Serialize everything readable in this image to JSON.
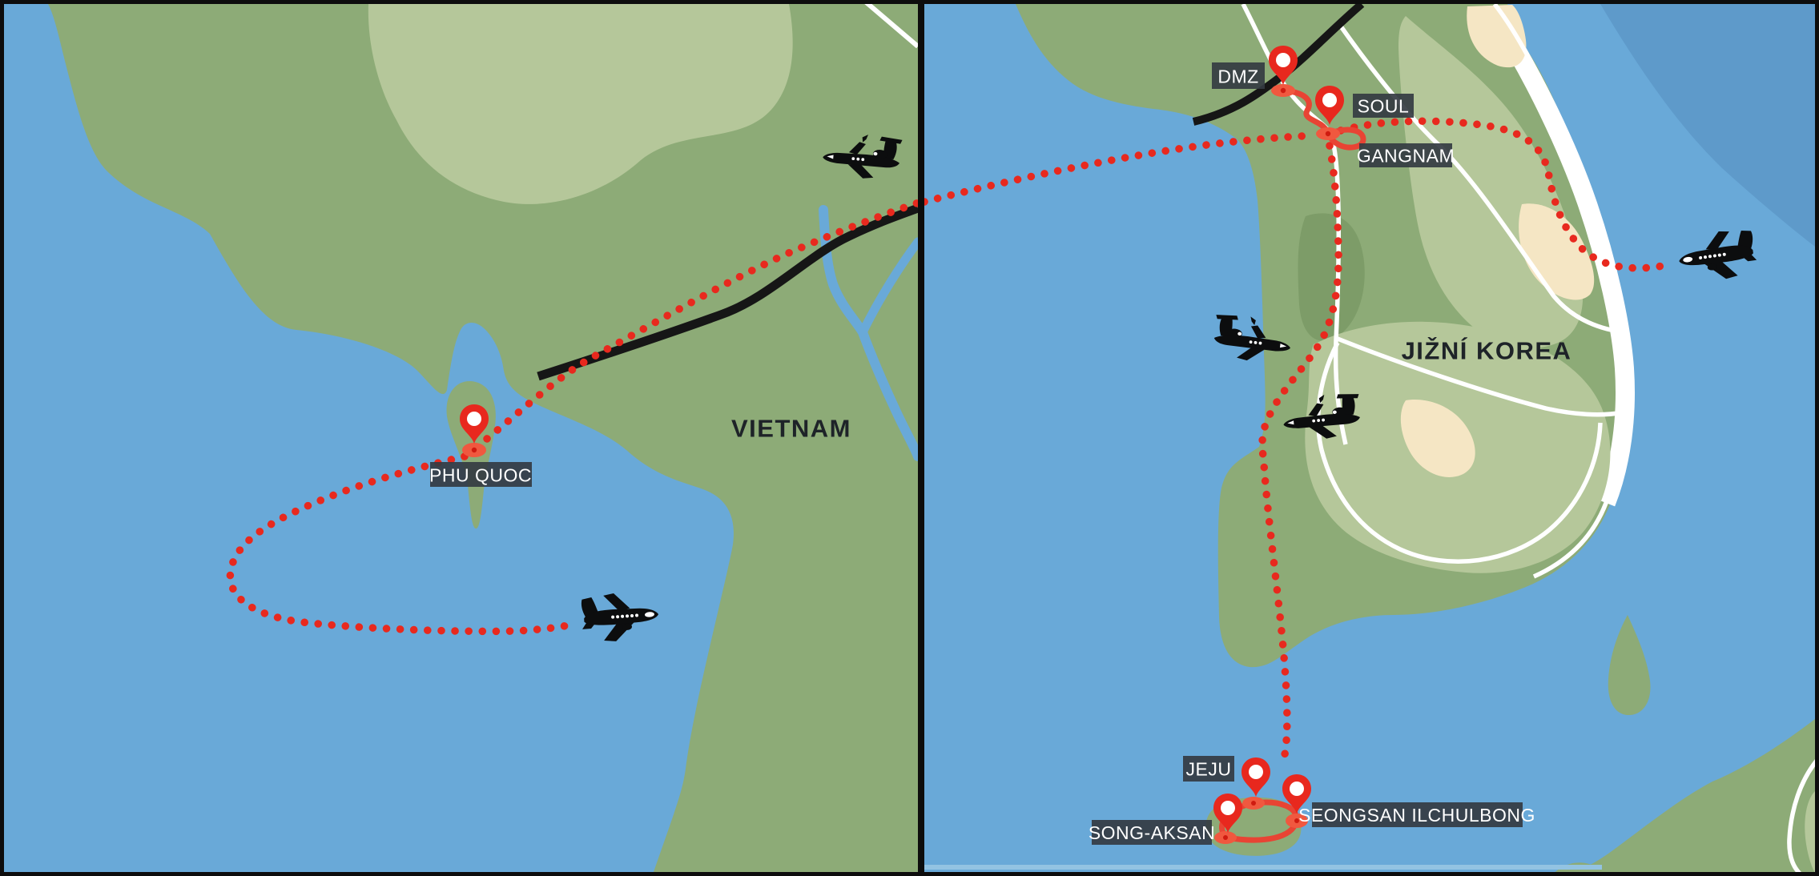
{
  "title": "Illustrated flight route map: Phu Quoc (Vietnam) to South Korea and Jeju",
  "labels": {
    "vietnam": "VIETNAM",
    "jizni_korea": "JIŽNÍ KOREA",
    "phu_quoc": "PHU QUOC",
    "dmz": "DMZ",
    "soul": "SOUL",
    "gangnam": "GANGNAM",
    "jeju": "JEJU",
    "seongsan": "SEONGSAN ILCHULBONG",
    "song_aksan": "SONG-AKSAN"
  },
  "markers": [
    {
      "label": "PHU QUOC",
      "panel": "left"
    },
    {
      "label": "DMZ",
      "panel": "right"
    },
    {
      "label": "SOUL",
      "panel": "right"
    },
    {
      "label": "GANGNAM",
      "panel": "right"
    },
    {
      "label": "JEJU",
      "panel": "right"
    },
    {
      "label": "SEONGSAN ILCHULBONG",
      "panel": "right"
    },
    {
      "label": "SONG-AKSAN",
      "panel": "right"
    }
  ],
  "routes": [
    {
      "name": "Phu Quoc – Soul/Gangnam",
      "style": "dotted"
    },
    {
      "name": "Phu Quoc loop with airliner",
      "style": "dotted"
    },
    {
      "name": "Gangnam – east sea airliner",
      "style": "dotted"
    },
    {
      "name": "Gangnam – Jeju",
      "style": "dotted"
    },
    {
      "name": "DMZ – Gangnam",
      "style": "solid"
    },
    {
      "name": "Jeju – Seongsan Ilchulbong – Song-Aksan loop",
      "style": "solid"
    }
  ],
  "icons": {
    "pin": "map-pin-icon",
    "airliner": "airliner-icon",
    "business_jet": "business-jet-icon"
  },
  "colors": {
    "sea": "#69a9d8",
    "deep_sea": "#5e9aca",
    "land": "#8dab77",
    "land_light": "#b5c79a",
    "land_dark": "#7d9c68",
    "sand": "#f5e6c4",
    "road_black": "#161616",
    "road_white": "#ffffff",
    "route_red": "#e8291e",
    "route_solid": "#e84434",
    "hub": "#f0583f",
    "hub_dot": "#cf1b10",
    "pin": "#e8281e",
    "label_bg": "#343b42",
    "label_text": "#ffffff",
    "country_text": "#1e2328",
    "frame": "#0d0d0d",
    "shallow_strip": "#93c3e2"
  }
}
